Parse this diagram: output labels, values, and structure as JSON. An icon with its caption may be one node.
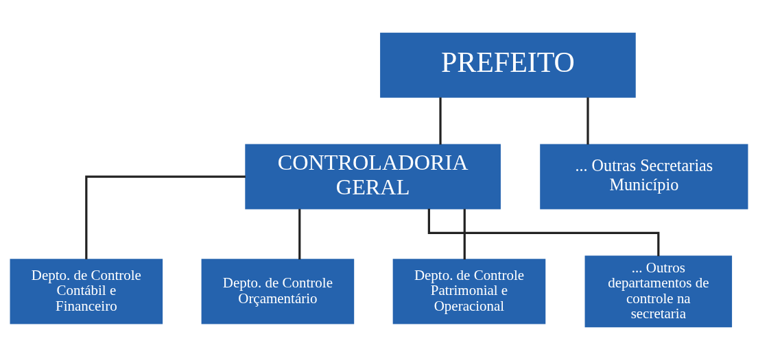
{
  "diagram": {
    "nodes": [
      {
        "text": [
          "PREFEITO"
        ]
      },
      {
        "text": [
          "CONTROLADORIA GERAL"
        ]
      },
      {
        "text": [
          "... Outras Secretarias Município"
        ]
      },
      {
        "text": [
          "Depto. de Controle Contábil e Financeiro"
        ]
      },
      {
        "text": [
          "Depto. de Controle Orçamentário"
        ]
      },
      {
        "text": [
          "Depto. de Controle Patrimonial e Operacional"
        ]
      },
      {
        "text": [
          "... Outros departamentos de controle na secretaria"
        ]
      }
    ],
    "edges": [
      {
        "from": 0,
        "to": 1,
        "arrow": "none"
      },
      {
        "from": 0,
        "to": 2,
        "arrow": "none"
      },
      {
        "from": 1,
        "to": 3,
        "arrow": "none"
      },
      {
        "from": 1,
        "to": 4,
        "arrow": "none"
      },
      {
        "from": 1,
        "to": 5,
        "arrow": "none"
      },
      {
        "from": 1,
        "to": 6,
        "arrow": "none"
      }
    ]
  }
}
